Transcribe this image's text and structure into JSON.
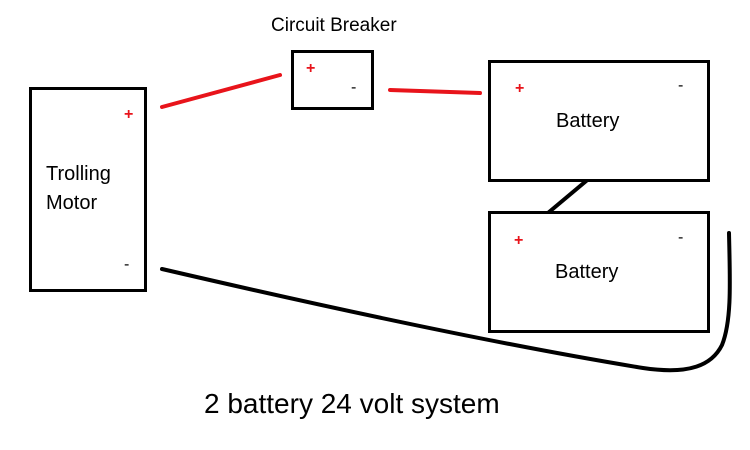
{
  "diagram": {
    "title": "2 battery 24 volt system",
    "components": {
      "motor": {
        "label_line1": "Trolling",
        "label_line2": "Motor",
        "plus": "+",
        "minus": "-"
      },
      "breaker": {
        "label": "Circuit Breaker",
        "plus": "+",
        "minus": "-"
      },
      "battery_top": {
        "label": "Battery",
        "plus": "+",
        "minus": "-"
      },
      "battery_bottom": {
        "label": "Battery",
        "plus": "+",
        "minus": "-"
      }
    },
    "wires": [
      {
        "from": "motor +",
        "to": "breaker +",
        "color": "#e8141b"
      },
      {
        "from": "breaker -",
        "to": "battery_top +",
        "color": "#e8141b"
      },
      {
        "from": "battery_top -",
        "to": "battery_bottom +",
        "color": "#000000"
      },
      {
        "from": "motor -",
        "to": "battery_bottom -",
        "color": "#000000"
      }
    ],
    "colors": {
      "positive_wire": "#e8141b",
      "negative_wire": "#000000",
      "plus_sign": "#e8141b"
    }
  }
}
